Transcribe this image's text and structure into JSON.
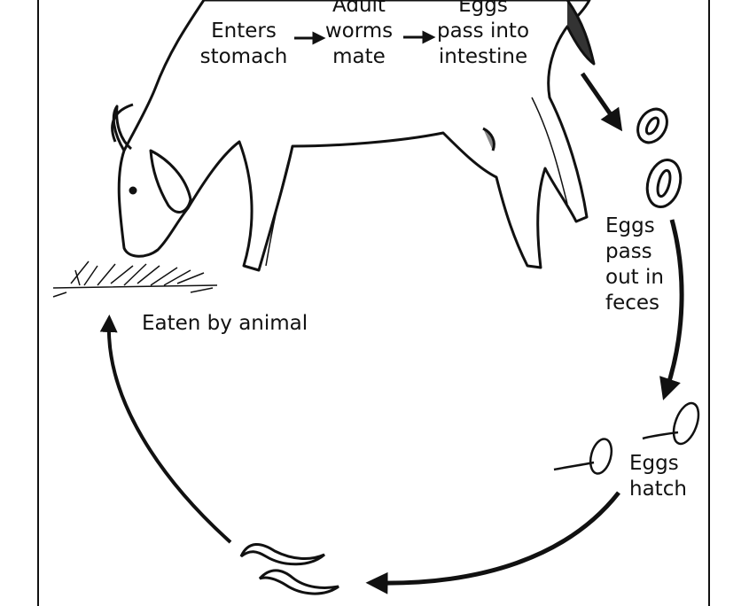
{
  "diagram": {
    "steps": {
      "enters_stomach": [
        "Enters",
        "stomach"
      ],
      "adult_worms_mate": [
        "Adult",
        "worms",
        "mate"
      ],
      "eggs_pass_into_intestine": [
        "Eggs",
        "pass into",
        "intestine"
      ],
      "eggs_pass_out": [
        "Eggs",
        "pass",
        "out in",
        "feces"
      ],
      "eggs_hatch": [
        "Eggs",
        "hatch"
      ],
      "eaten_by_animal": "Eaten by animal"
    },
    "colors": {
      "ink": "#111111",
      "background": "#ffffff"
    }
  }
}
